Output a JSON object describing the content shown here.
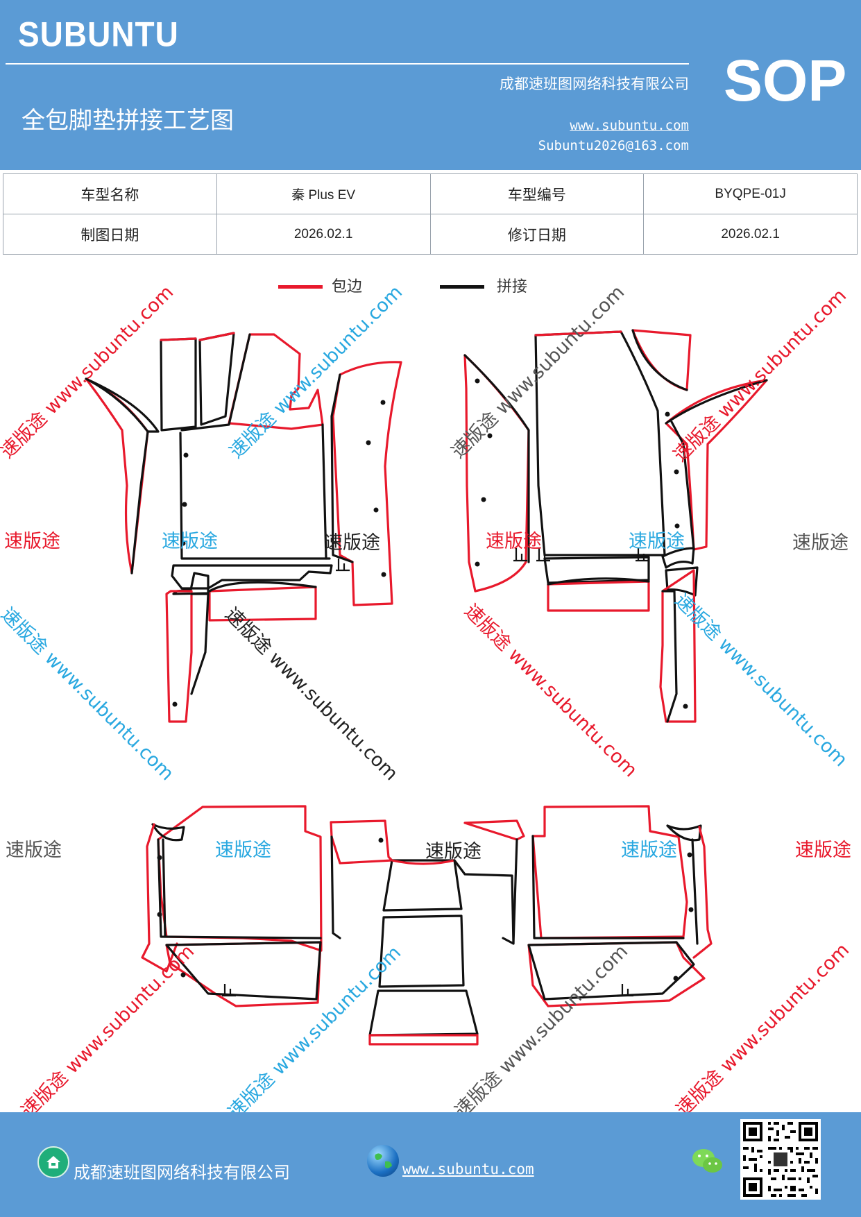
{
  "header": {
    "brand": "SUBUNTU",
    "company": "成都速班图网络科技有限公司",
    "title": "全包脚垫拼接工艺图",
    "website": "www.subuntu.com",
    "email": "Subuntu2026@163.com",
    "sop": "SOP"
  },
  "info": {
    "model_name_label": "车型名称",
    "model_name_value": "秦 Plus EV",
    "model_code_label": "车型编号",
    "model_code_value": "BYQPE-01J",
    "draw_date_label": "制图日期",
    "draw_date_value": "2026.02.1",
    "revise_date_label": "修订日期",
    "revise_date_value": "2026.02.1"
  },
  "legend": {
    "edge_label": "包边",
    "edge_color": "#e8192c",
    "join_label": "拼接",
    "join_color": "#111111"
  },
  "watermark": {
    "text": "速版途",
    "url": "速版途 www.subuntu.com",
    "colors": [
      "#e8192c",
      "#29a8e0",
      "#555555"
    ]
  },
  "footer": {
    "company": "成都速班图网络科技有限公司",
    "website": "www.subuntu.com"
  },
  "icons": {
    "home": "home-icon",
    "globe": "globe-icon",
    "wechat": "wechat-icon",
    "qr": "qr-code"
  }
}
